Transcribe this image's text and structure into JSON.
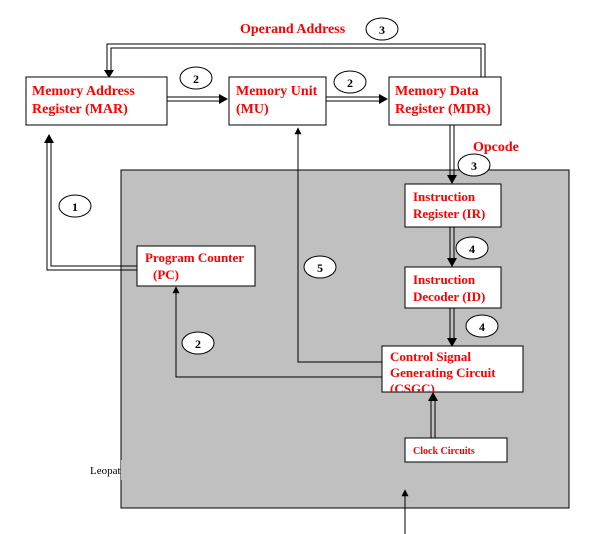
{
  "labels": {
    "operand_address": "Operand Address",
    "opcode": "Opcode",
    "footer": "Leopatr"
  },
  "boxes": {
    "mar": [
      "Memory Address",
      "Register (MAR)"
    ],
    "mu": [
      "Memory Unit",
      "(MU)"
    ],
    "mdr": [
      "Memory Data",
      "Register (MDR)"
    ],
    "ir": [
      "Instruction",
      "Register  (IR)"
    ],
    "id": [
      "Instruction",
      "Decoder (ID)"
    ],
    "pc": [
      "Program Counter",
      "(PC)"
    ],
    "csgc": [
      "Control Signal",
      "Generating Circuit",
      "(CSGC)"
    ],
    "clock": [
      "Clock Circuits"
    ]
  },
  "steps": {
    "operand": "3",
    "mar_mu": "2",
    "mu_mdr": "2",
    "opcode": "3",
    "pc_mar": "1",
    "ir_id": "4",
    "id_csgc": "4",
    "csgc_mu": "5",
    "csgc_pc": "2"
  }
}
